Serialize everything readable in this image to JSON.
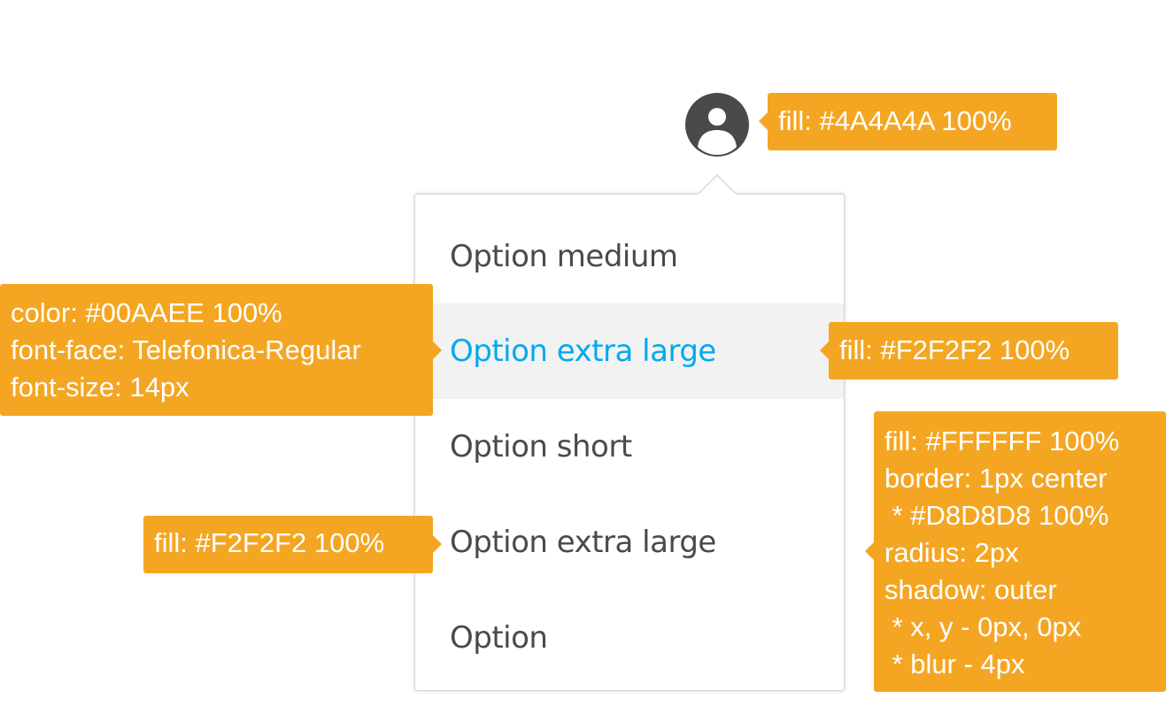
{
  "avatar": {
    "icon": "user-icon",
    "fill_color": "#4A4A4A"
  },
  "menu": {
    "items": [
      {
        "label": "Option medium"
      },
      {
        "label": "Option extra large",
        "state": "hover"
      },
      {
        "label": "Option short"
      },
      {
        "label": "Option extra large"
      },
      {
        "label": "Option"
      }
    ],
    "text_color": "#4A4A4A",
    "hover_text_color": "#00AAEE",
    "hover_fill": "#F2F2F2",
    "border_color": "#D8D8D8"
  },
  "annotations": {
    "accent_color": "#F4A623",
    "avatar_fill": "fill: #4A4A4A 100%",
    "hover_text": [
      "color: #00AAEE 100%",
      "font-face: Telefonica-Regular",
      "font-size: 14px"
    ],
    "hover_fill": "fill: #F2F2F2 100%",
    "panel": [
      "fill: #FFFFFF 100%",
      "border: 1px center",
      " * #D8D8D8 100%",
      "radius: 2px",
      "shadow: outer",
      " * x, y - 0px, 0px",
      " * blur - 4px"
    ],
    "item_fill": "fill: #F2F2F2 100%"
  }
}
